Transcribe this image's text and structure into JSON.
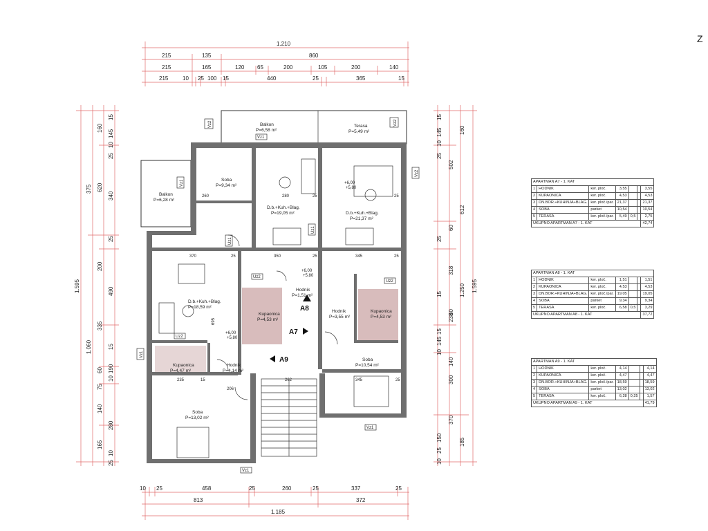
{
  "corner_label": "Z",
  "dims_top": {
    "row1": [
      "1.210"
    ],
    "row2": [
      "215",
      "135",
      "860"
    ],
    "row3": [
      "215",
      "165",
      "120",
      "65",
      "200",
      "105",
      "200",
      "140"
    ],
    "row4": [
      "215",
      "10",
      "25",
      "100",
      "15",
      "440",
      "25",
      "365",
      "15"
    ]
  },
  "dims_bottom": {
    "row1": [
      "10",
      "25",
      "458",
      "25",
      "260",
      "25",
      "337",
      "25"
    ],
    "row2": [
      "813",
      "372"
    ],
    "row3": [
      "1.185"
    ]
  },
  "dims_left": {
    "outer": [
      "1.595"
    ],
    "mid": [
      "375",
      "1.060"
    ],
    "inner": [
      "160",
      "620",
      "200",
      "335",
      "60",
      "75",
      "140",
      "165"
    ],
    "innermost": [
      "15",
      "145",
      "10",
      "25",
      "340",
      "25",
      "490",
      "15",
      "190",
      "10",
      "280",
      "10",
      "25"
    ]
  },
  "dims_right": {
    "outer": [
      "1.595"
    ],
    "mid": [
      "160",
      "612",
      "1.250",
      "185"
    ],
    "inner": [
      "502",
      "60",
      "318",
      "238",
      "60",
      "140",
      "300",
      "370"
    ],
    "innermost": [
      "15",
      "145",
      "10",
      "25",
      "25",
      "15",
      "15",
      "145",
      "10",
      "150",
      "25",
      "10"
    ]
  },
  "rooms": [
    {
      "name": "Balkon",
      "area": "P=6,58 m²"
    },
    {
      "name": "Terasa",
      "area": "P=5,49 m²"
    },
    {
      "name": "Soba",
      "area": "P=9,34 m²"
    },
    {
      "name": "Balkon",
      "area": "P=6,28 m²"
    },
    {
      "name": "D.b.+Kuh.+Blag.",
      "area": "P=19,05 m²"
    },
    {
      "name": "D.b.+Kuh.+Blag.",
      "area": "P=21,37 m²"
    },
    {
      "name": "D.b.+Kuh.+Blag.",
      "area": "P=18,59 m²"
    },
    {
      "name": "Hodnik",
      "area": "P=1,51 m²"
    },
    {
      "name": "Kupaonica",
      "area": "P=4,53 m²"
    },
    {
      "name": "Hodnik",
      "area": "P=3,55 m²"
    },
    {
      "name": "Kupaonica",
      "area": "P=4,53 m²"
    },
    {
      "name": "Kupaonica",
      "area": "P=4,47 m²"
    },
    {
      "name": "Hodnik",
      "area": "P=4,14 m²"
    },
    {
      "name": "Soba",
      "area": "P=10,54 m²"
    },
    {
      "name": "Soba",
      "area": "P=13,02 m²"
    }
  ],
  "apartment_labels": [
    "A8",
    "A7",
    "A9"
  ],
  "plan_tags": [
    "Vz1",
    "Vz2",
    "Uz1",
    "Uz2"
  ],
  "plan_numbers": [
    "260",
    "280",
    "25",
    "25",
    "370",
    "25",
    "350",
    "25",
    "345",
    "25",
    "235",
    "15",
    "206",
    "262",
    "345",
    "25",
    "695"
  ],
  "level_marks": [
    "+6,00",
    "+5,80"
  ],
  "tables": [
    {
      "title": "APARTMAN A7 - 1. KAT",
      "rows": [
        {
          "n": "1",
          "room": "HODNIK",
          "finish": "ker. ploč.",
          "a": "3,55",
          "k": "",
          "net": "3,55"
        },
        {
          "n": "2",
          "room": "KUPAONICA",
          "finish": "ker. ploč.",
          "a": "4,53",
          "k": "",
          "net": "4,53"
        },
        {
          "n": "3",
          "room": "DN.BOR.+KUHINJA+BLAG.",
          "finish": "ker. ploč./par.",
          "a": "21,37",
          "k": "",
          "net": "21,37"
        },
        {
          "n": "4",
          "room": "SOBA",
          "finish": "parket",
          "a": "10,54",
          "k": "",
          "net": "10,54"
        },
        {
          "n": "5",
          "room": "TERASA",
          "finish": "ker. ploč./par.",
          "a": "5,49",
          "k": "0,5",
          "net": "2,75"
        }
      ],
      "total_label": "UKUPNO APARTMAN A7 - 1. KAT",
      "total": "42,74"
    },
    {
      "title": "APARTMAN A8 - 1. KAT",
      "rows": [
        {
          "n": "1",
          "room": "HODNIK",
          "finish": "ker. ploč.",
          "a": "1,51",
          "k": "",
          "net": "1,51"
        },
        {
          "n": "2",
          "room": "KUPAONICA",
          "finish": "ker. ploč.",
          "a": "4,53",
          "k": "",
          "net": "4,53"
        },
        {
          "n": "3",
          "room": "DN.BOR.+KUHINJA+BLAG.",
          "finish": "ker. ploč./par.",
          "a": "19,05",
          "k": "",
          "net": "19,05"
        },
        {
          "n": "4",
          "room": "SOBA",
          "finish": "parket",
          "a": "9,34",
          "k": "",
          "net": "9,34"
        },
        {
          "n": "5",
          "room": "TERASA",
          "finish": "ker. ploč.",
          "a": "6,58",
          "k": "0,5",
          "net": "3,29"
        }
      ],
      "total_label": "UKUPNO APARTMAN A8 - 1. KAT",
      "total": "37,72"
    },
    {
      "title": "APARTMAN A9 - 1. KAT",
      "rows": [
        {
          "n": "1",
          "room": "HODNIK",
          "finish": "ker. ploč.",
          "a": "4,14",
          "k": "",
          "net": "4,14"
        },
        {
          "n": "2",
          "room": "KUPAONICA",
          "finish": "ker. ploč.",
          "a": "4,47",
          "k": "",
          "net": "4,47"
        },
        {
          "n": "3",
          "room": "DN.BOR.+KUHINJA+BLAG.",
          "finish": "ker. ploč./par.",
          "a": "18,59",
          "k": "",
          "net": "18,59"
        },
        {
          "n": "4",
          "room": "SOBA",
          "finish": "parket",
          "a": "13,02",
          "k": "",
          "net": "13,02"
        },
        {
          "n": "5",
          "room": "TERASA",
          "finish": "ker. ploč.",
          "a": "6,28",
          "k": "0,25",
          "net": "1,57"
        }
      ],
      "total_label": "UKUPNO APARTMAN A9 - 1. KAT",
      "total": "41,79"
    }
  ],
  "colors": {
    "dimension": "#e06a6a",
    "wall": "#6f6f6f",
    "bathroom": "#d8bcbc",
    "text": "#222222"
  }
}
